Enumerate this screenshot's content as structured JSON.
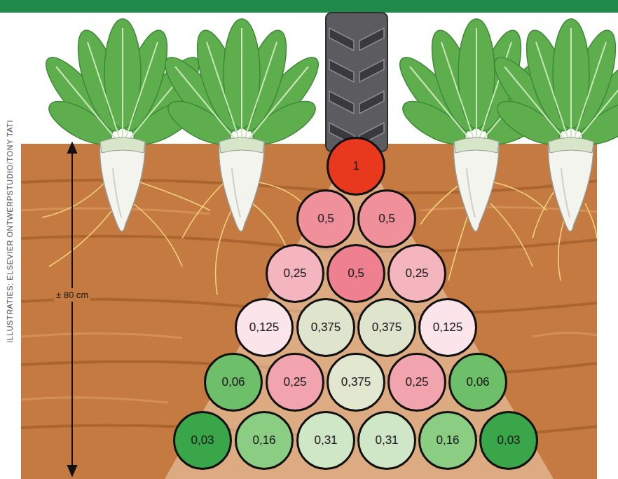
{
  "diagram": {
    "nodes": [
      {
        "text": [
          "1"
        ]
      },
      {
        "text": [
          "0,5"
        ]
      },
      {
        "text": [
          "0,5"
        ]
      },
      {
        "text": [
          "0,25"
        ]
      },
      {
        "text": [
          "0,5"
        ]
      },
      {
        "text": [
          "0,25"
        ]
      },
      {
        "text": [
          "0,125"
        ]
      },
      {
        "text": [
          "0,375"
        ]
      },
      {
        "text": [
          "0,375"
        ]
      },
      {
        "text": [
          "0,125"
        ]
      },
      {
        "text": [
          "0,06"
        ]
      },
      {
        "text": [
          "0,25"
        ]
      },
      {
        "text": [
          "0,375"
        ]
      },
      {
        "text": [
          "0,25"
        ]
      },
      {
        "text": [
          "0,06"
        ]
      },
      {
        "text": [
          "0,03"
        ]
      },
      {
        "text": [
          "0,16"
        ]
      },
      {
        "text": [
          "0,31"
        ]
      },
      {
        "text": [
          "0,31"
        ]
      },
      {
        "text": [
          "0,16"
        ]
      },
      {
        "text": [
          "0,03"
        ]
      }
    ],
    "labels": [
      "± 80 cm",
      "ILLUSTRATIES: ELSEVIER ONTWERPSTUDIO/TONY TATI"
    ]
  }
}
